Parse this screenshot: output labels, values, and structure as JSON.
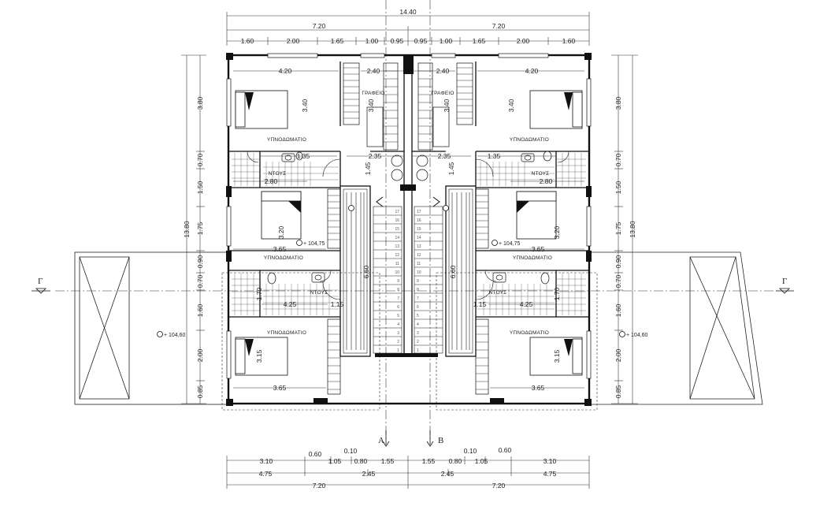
{
  "dims": {
    "top": {
      "total": "14.40",
      "halves": [
        "7.20",
        "7.20"
      ],
      "segments": [
        "1.60",
        "2.00",
        "1.65",
        "1.00",
        "0.95",
        "0.95",
        "1.00",
        "1.65",
        "2.00",
        "1.60"
      ]
    },
    "bottom": {
      "upper": [
        "0.10",
        "0.60",
        "0.10",
        "0.60"
      ],
      "row1": [
        "3.10",
        "1.05",
        "0.80",
        "1.55",
        "1.55",
        "0.80",
        "1.05",
        "3.10"
      ],
      "row2": [
        "4.75",
        "2.45",
        "2.45",
        "4.75"
      ],
      "row3": [
        "7.20",
        "7.20"
      ]
    },
    "left_inner": [
      "3.80",
      "0.70",
      "1.50",
      "1.75",
      "0.90",
      "0.70",
      "1.60",
      "2.00",
      "0.85"
    ],
    "left_total": "13.80",
    "right_inner": [
      "3.80",
      "0.70",
      "1.50",
      "1.75",
      "0.90",
      "0.70",
      "1.60",
      "2.00",
      "0.85"
    ],
    "right_total": "13.80",
    "interior": {
      "w420": "4.20",
      "w240": "2.40",
      "h340": "3.40",
      "w135": "1.35",
      "w235": "2.35",
      "h145": "1.45",
      "w280": "2.80",
      "h320": "3.20",
      "w365": "3.65",
      "h660": "6.60",
      "h170": "1.70",
      "w425": "4.25",
      "w115": "1.15",
      "h315": "3.15"
    }
  },
  "rooms": {
    "bedroom": "ΥΠΝΟΔΩΜΑΤΙΟ",
    "office": "ΓΡΑΦΕΙΟ",
    "shower": "ΝΤΟΥΣ"
  },
  "levels": [
    "+ 104,75",
    "+ 104,75",
    "+ 104,60",
    "+ 104,60"
  ],
  "section_marks": [
    "Γ",
    "Γ",
    "Α",
    "Β"
  ],
  "step_numbers": [
    "17",
    "16",
    "15",
    "14",
    "13",
    "12",
    "11",
    "10",
    "9",
    "8",
    "7",
    "6",
    "5",
    "4",
    "3",
    "2",
    "1"
  ]
}
